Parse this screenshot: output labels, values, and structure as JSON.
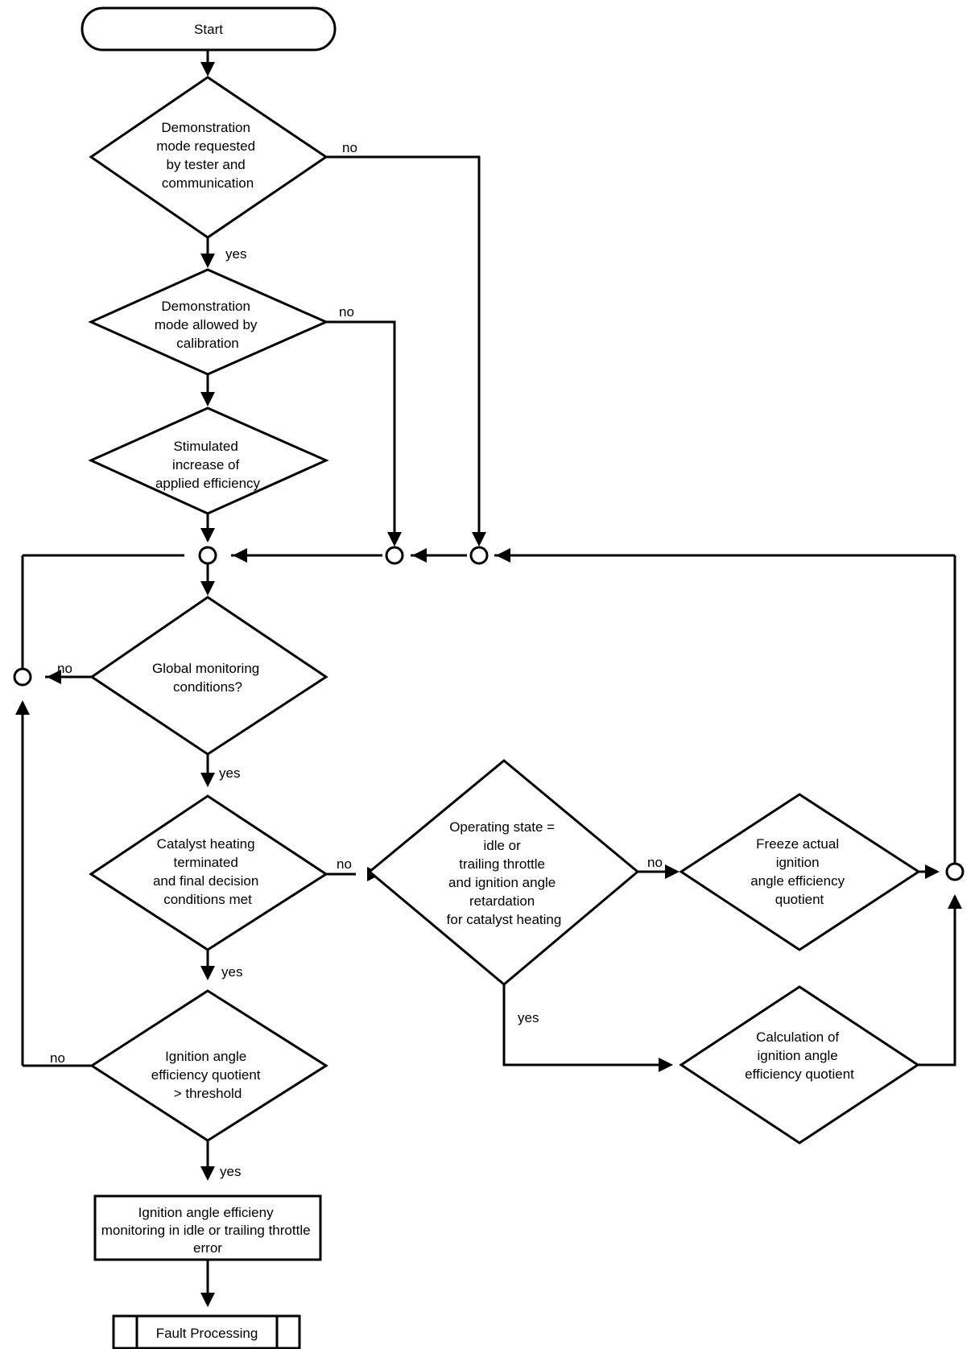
{
  "nodes": {
    "start": "Start",
    "demo_requested": [
      "Demonstration",
      "mode requested",
      "by tester  and",
      "communication"
    ],
    "demo_allowed": [
      "Demonstration",
      "mode allowed by",
      "calibration"
    ],
    "stimulated": [
      "Stimulated",
      "increase of",
      "applied efficiency"
    ],
    "global_monitoring": [
      "Global monitoring",
      "conditions?"
    ],
    "catalyst_heating": [
      "Catalyst heating",
      "terminated",
      "and final decision",
      "conditions met"
    ],
    "operating_state": [
      "Operating state =",
      "idle or",
      "trailing throttle",
      "and ignition angle",
      "retardation",
      "for catalyst heating"
    ],
    "freeze": [
      "Freeze actual",
      "ignition",
      "angle efficiency",
      "quotient"
    ],
    "calculation": [
      "Calculation of",
      "ignition angle",
      "efficiency quotient"
    ],
    "quotient_threshold": [
      "Ignition angle",
      "efficiency quotient",
      "> threshold"
    ],
    "error_box": [
      "Ignition angle efficieny",
      "monitoring in idle or trailing throttle",
      "error"
    ],
    "fault_processing": "Fault Processing"
  },
  "edge_labels": {
    "demo_requested_no": "no",
    "demo_requested_yes": "yes",
    "demo_allowed_no": "no",
    "global_no": "no",
    "global_yes": "yes",
    "catalyst_no": "no",
    "catalyst_yes": "yes",
    "operating_no": "no",
    "operating_yes": "yes",
    "threshold_no": "no",
    "threshold_yes": "yes"
  }
}
